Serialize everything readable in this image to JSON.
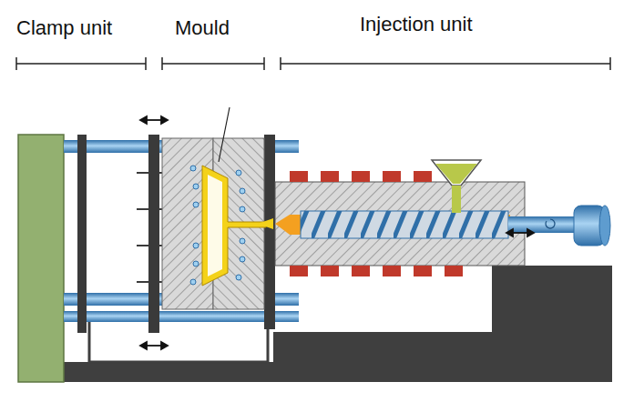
{
  "diagram": {
    "labels": [
      "Clamp unit",
      "Mould",
      "Injection unit"
    ]
  }
}
